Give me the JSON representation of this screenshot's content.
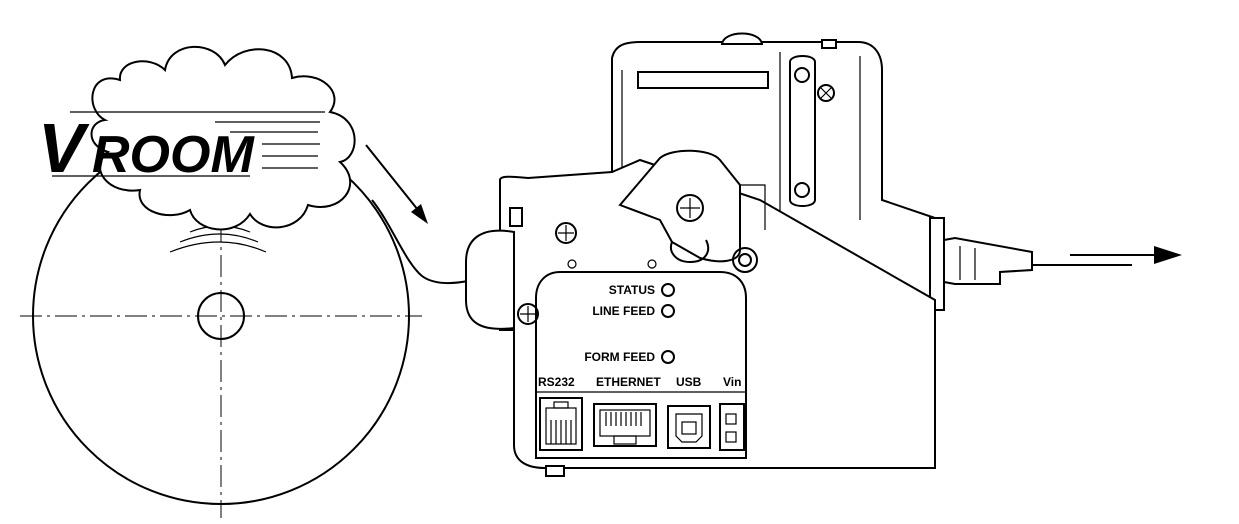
{
  "sound_effect": {
    "first_letter": "V",
    "rest": "ROOM"
  },
  "indicators": [
    {
      "label": "STATUS"
    },
    {
      "label": "LINE FEED"
    },
    {
      "label": "FORM FEED"
    }
  ],
  "ports": [
    {
      "label": "RS232"
    },
    {
      "label": "ETHERNET"
    },
    {
      "label": "USB"
    },
    {
      "label": "Vin"
    }
  ],
  "colors": {
    "ink": "#000000",
    "paper": "#ffffff"
  }
}
